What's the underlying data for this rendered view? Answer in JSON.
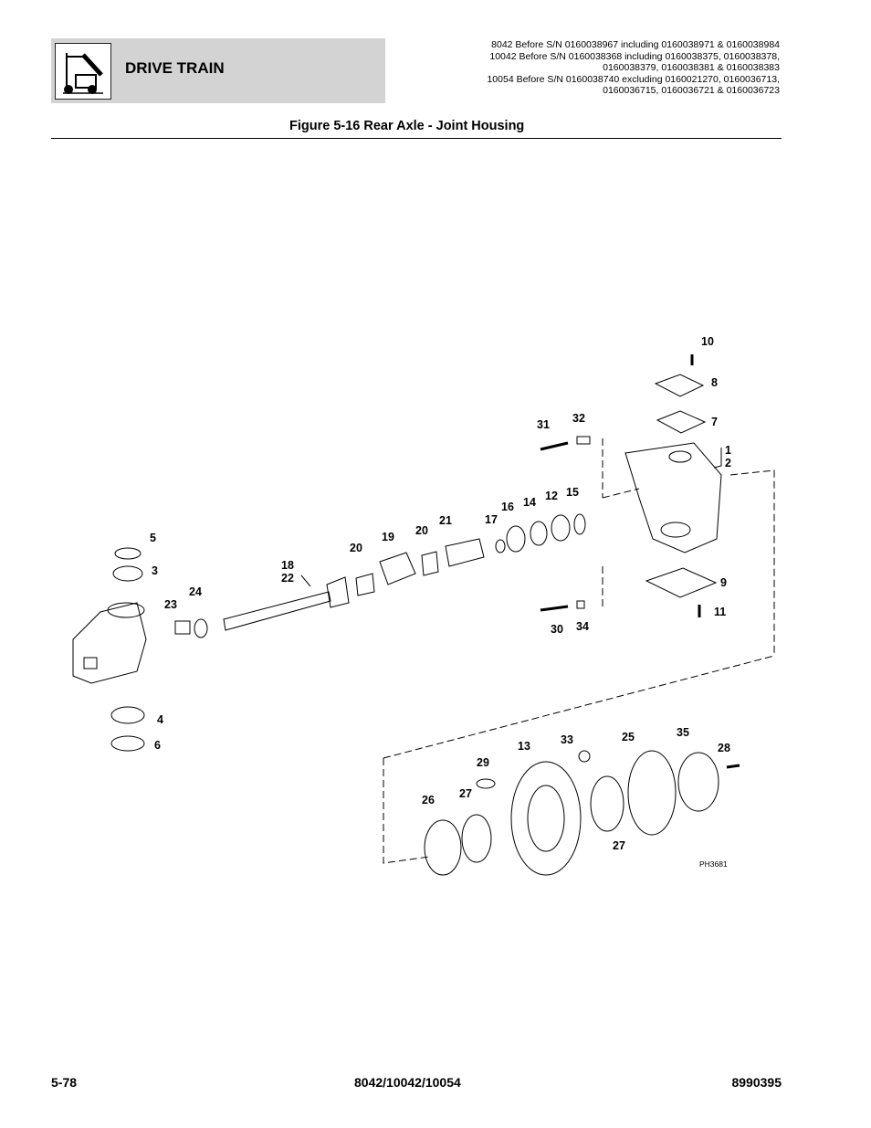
{
  "header": {
    "section_title": "DRIVE TRAIN",
    "applicability": [
      "8042 Before S/N 0160038967 including 0160038971 & 0160038984",
      "10042 Before S/N 0160038368 including 0160038375, 0160038378,",
      "0160038379, 0160038381 & 0160038383",
      "10054 Before S/N 0160038740 excluding 0160021270, 0160036713,",
      "0160036715, 0160036721 & 0160036723"
    ]
  },
  "figure": {
    "title": "Figure 5-16 Rear Axle - Joint Housing",
    "code": "PH3681",
    "callouts": [
      "10",
      "8",
      "7",
      "31",
      "32",
      "1",
      "2",
      "15",
      "12",
      "14",
      "16",
      "17",
      "21",
      "20",
      "19",
      "20",
      "18",
      "22",
      "5",
      "3",
      "24",
      "23",
      "9",
      "11",
      "30",
      "34",
      "4",
      "6",
      "13",
      "33",
      "25",
      "35",
      "28",
      "29",
      "26",
      "27",
      "27"
    ]
  },
  "footer": {
    "page": "5-78",
    "models": "8042/10042/10054",
    "doc_number": "8990395"
  }
}
